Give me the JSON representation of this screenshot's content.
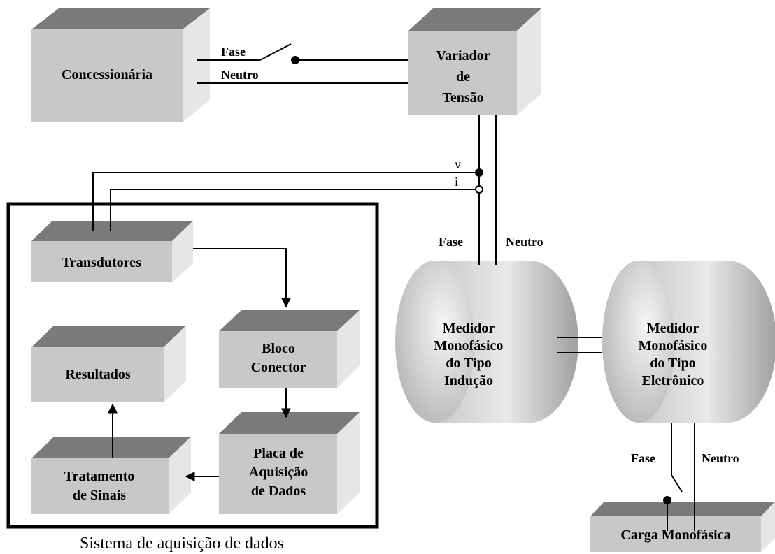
{
  "blocks": {
    "concessionaria": {
      "lines": [
        "Concessionária"
      ]
    },
    "variador": {
      "lines": [
        "Variador",
        "de",
        "Tensão"
      ]
    },
    "transdutores": {
      "lines": [
        "Transdutores"
      ]
    },
    "bloco_conector": {
      "lines": [
        "Bloco",
        "Conector"
      ]
    },
    "resultados": {
      "lines": [
        "Resultados"
      ]
    },
    "placa": {
      "lines": [
        "Placa de",
        "Aquisição",
        "de Dados"
      ]
    },
    "tratamento": {
      "lines": [
        "Tratamento",
        "de Sinais"
      ]
    },
    "carga": {
      "lines": [
        "Carga Monofásica"
      ]
    }
  },
  "meters": {
    "inducao": {
      "lines": [
        "Medidor",
        "Monofásico",
        "do Tipo",
        "Indução"
      ]
    },
    "eletronico": {
      "lines": [
        "Medidor",
        "Monofásico",
        "do Tipo",
        "Eletrônico"
      ]
    }
  },
  "wires": {
    "top_fase": "Fase",
    "top_neutro": "Neutro",
    "mid_fase": "Fase",
    "mid_neutro": "Neutro",
    "bottom_fase": "Fase",
    "bottom_neutro": "Neutro"
  },
  "signals": {
    "v": "v",
    "i": "i"
  },
  "caption": "Sistema de aquisição de dados",
  "colors": {
    "box_top": "#7a7a7a",
    "box_front": "#c8c8c8",
    "box_side": "#e6e6e6",
    "cyl_light": "#f2f2f2",
    "cyl_dark": "#a8a8a8"
  }
}
